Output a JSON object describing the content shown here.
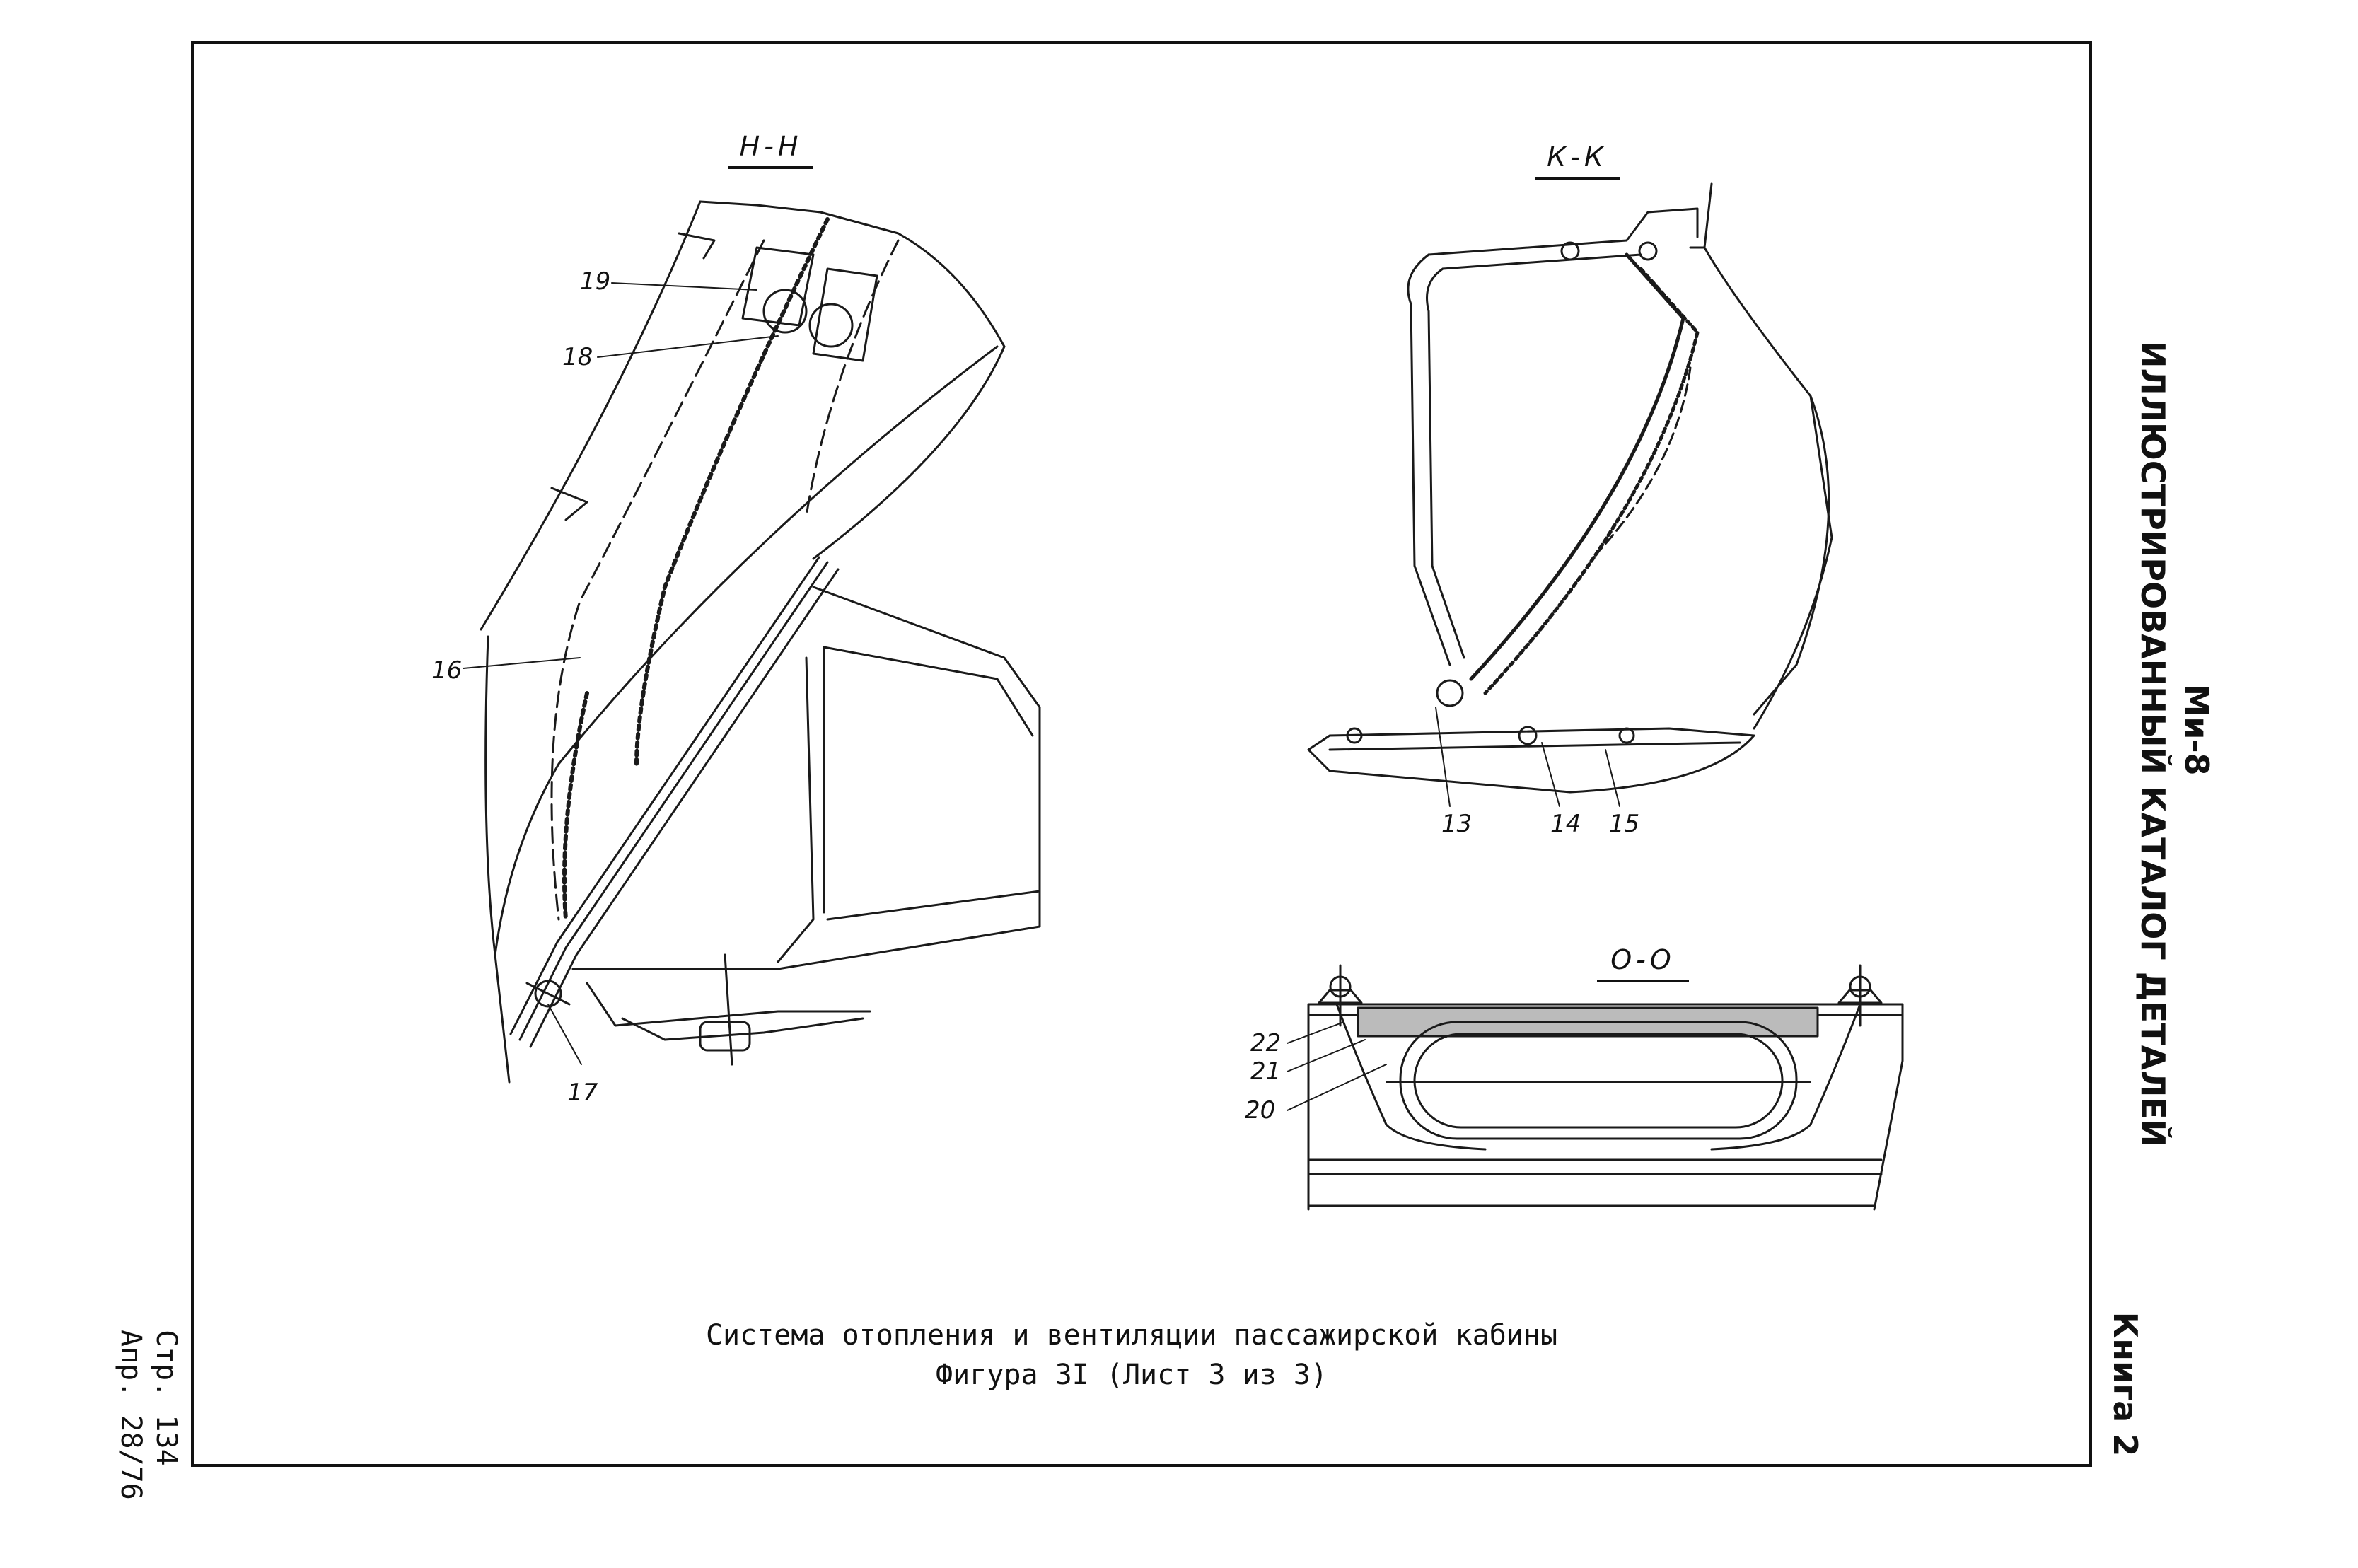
{
  "header": {
    "model": "Ми-8",
    "catalog_title": "ИЛЛЮСТРИРОВАННЫЙ КАТАЛОГ ДЕТАЛЕЙ",
    "book": "Книга 2"
  },
  "page_info": {
    "page": "Стр. 134",
    "date": "Апр. 28/76"
  },
  "sections": {
    "hh": "Н-Н",
    "kk": "К-К",
    "oo": "О-О"
  },
  "callouts": {
    "c13": "13",
    "c14": "14",
    "c15": "15",
    "c16": "16",
    "c17": "17",
    "c18": "18",
    "c19": "19",
    "c20": "20",
    "c21": "21",
    "c22": "22"
  },
  "caption": {
    "line1": "Система отопления и вентиляции пассажирской кабины",
    "line2": "Фигура 3I (Лист 3 из 3)"
  }
}
